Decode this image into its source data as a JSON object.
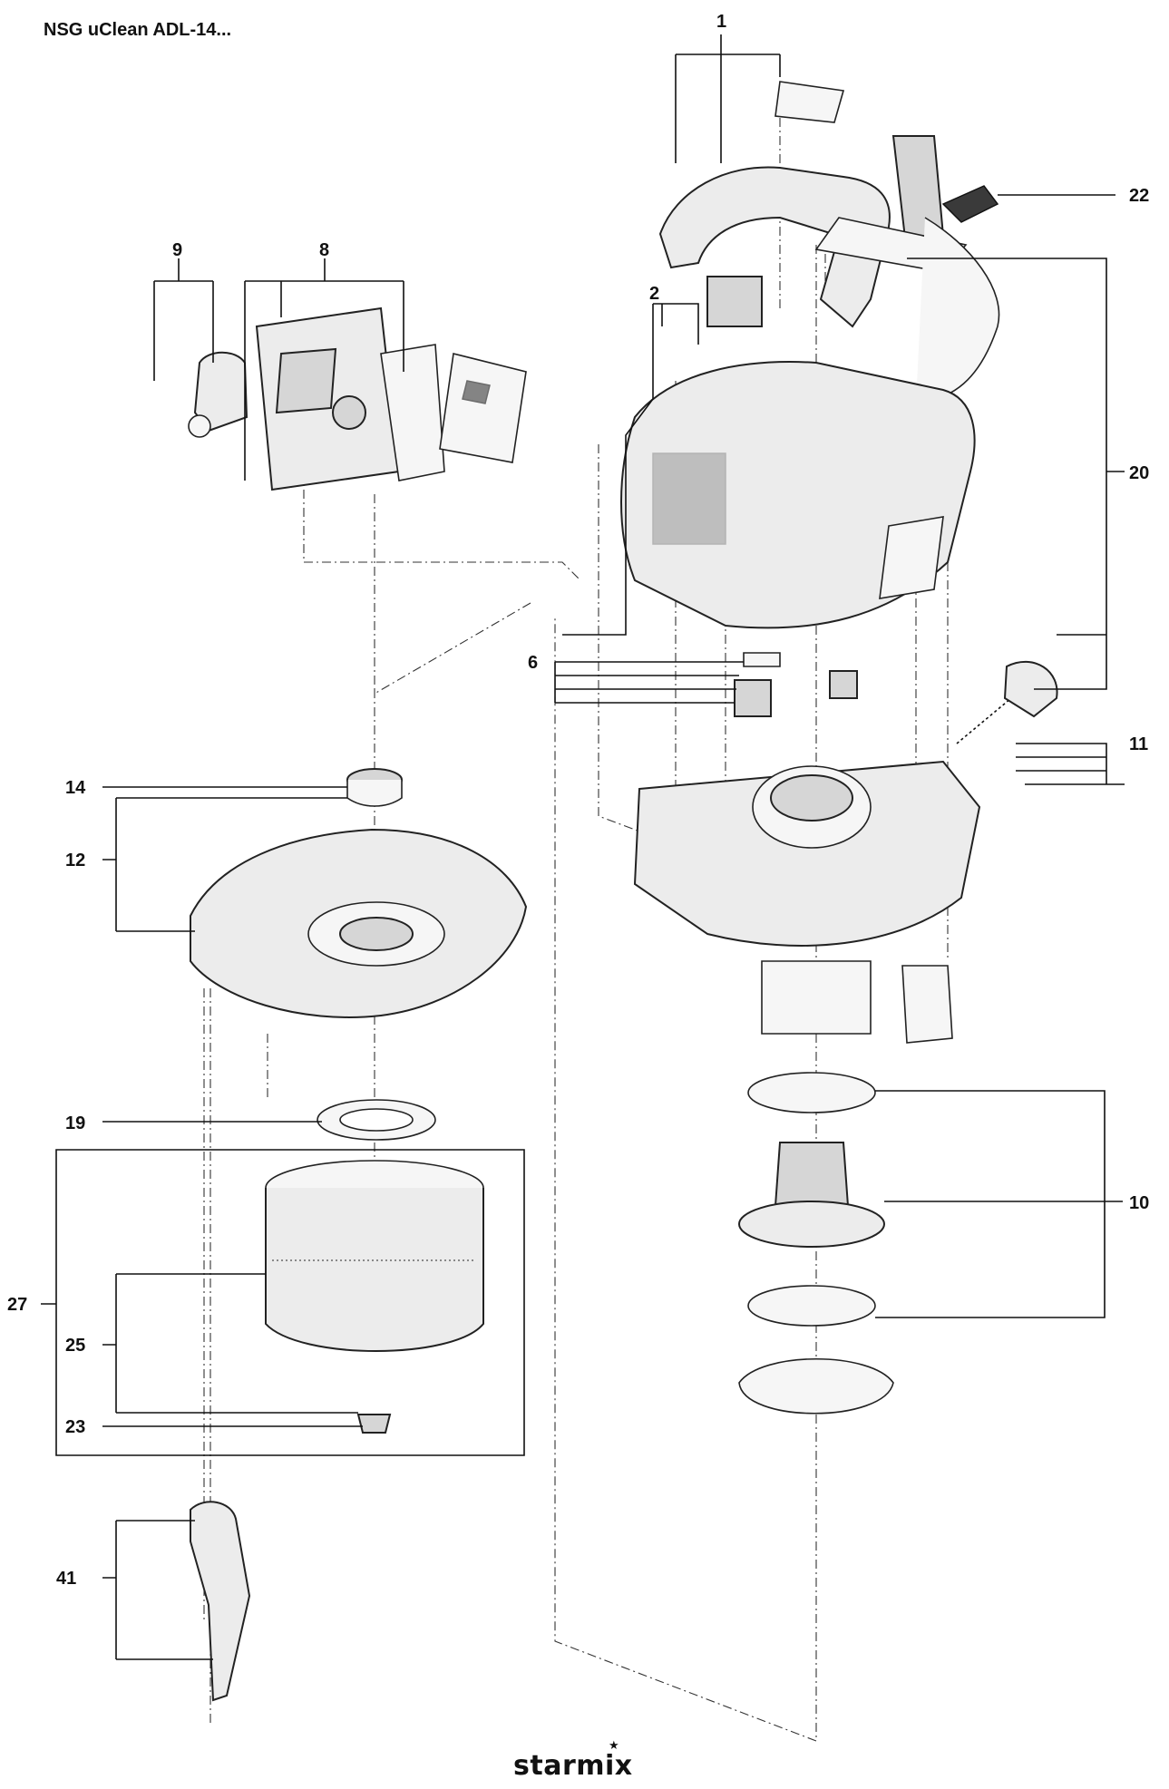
{
  "title": "NSG uClean ADL-14...",
  "brand": "starmix",
  "callouts": [
    {
      "id": "1",
      "label": "1"
    },
    {
      "id": "2",
      "label": "2"
    },
    {
      "id": "6",
      "label": "6"
    },
    {
      "id": "8",
      "label": "8"
    },
    {
      "id": "9",
      "label": "9"
    },
    {
      "id": "10",
      "label": "10"
    },
    {
      "id": "11",
      "label": "11"
    },
    {
      "id": "12",
      "label": "12"
    },
    {
      "id": "14",
      "label": "14"
    },
    {
      "id": "19",
      "label": "19"
    },
    {
      "id": "20",
      "label": "20"
    },
    {
      "id": "22",
      "label": "22"
    },
    {
      "id": "23",
      "label": "23"
    },
    {
      "id": "25",
      "label": "25"
    },
    {
      "id": "27",
      "label": "27"
    },
    {
      "id": "41",
      "label": "41"
    }
  ]
}
